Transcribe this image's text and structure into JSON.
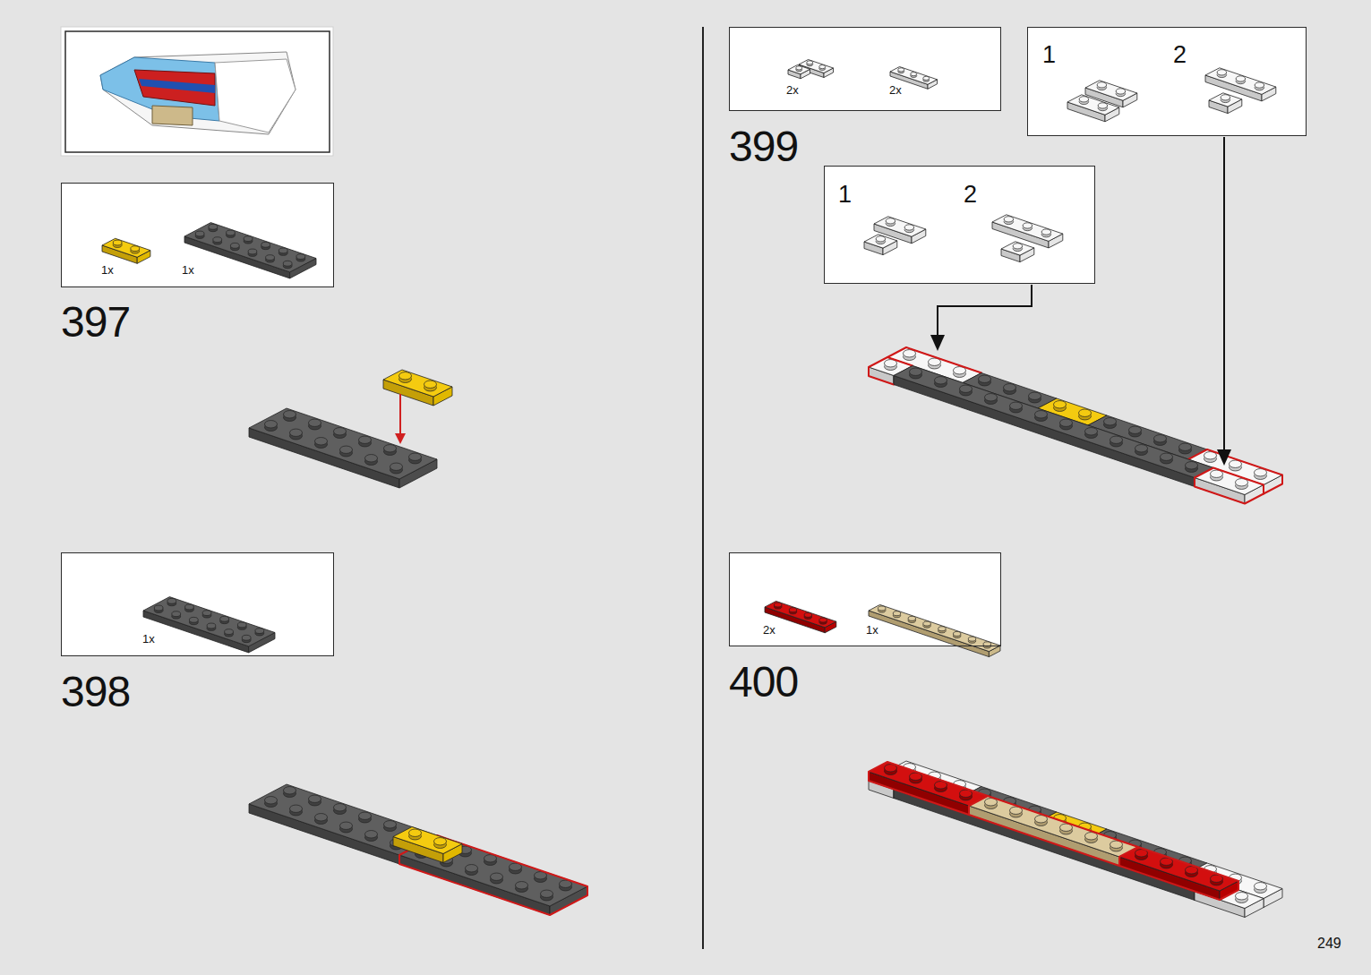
{
  "diagram": {
    "nodes": [
      {
        "text": [
          "1x",
          "1x"
        ]
      },
      {
        "text": [
          "1x"
        ]
      },
      {
        "text": [
          "2x",
          "2x"
        ]
      },
      {
        "text": [
          "1",
          "2"
        ]
      },
      {
        "text": [
          "1",
          "2"
        ]
      },
      {
        "text": [
          "2x",
          "1x"
        ]
      }
    ],
    "labels": [
      "397",
      "398",
      "399",
      "400",
      "249"
    ]
  }
}
